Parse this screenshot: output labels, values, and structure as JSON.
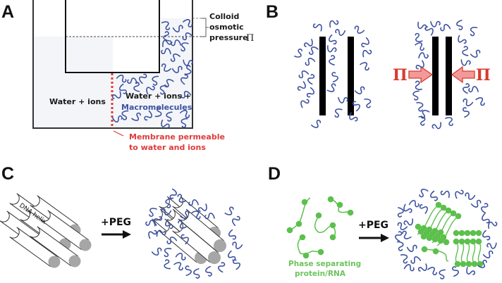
{
  "figure": {
    "panels": {
      "A": {
        "label": "A",
        "left_compartment": "Water + ions",
        "right_compartment_line1": "Water + ions +",
        "right_compartment_line2": "Macromolecules",
        "pressure_label_line1": "Colloid",
        "pressure_label_line2": "osmotic",
        "pressure_label_line3": "pressure",
        "pressure_symbol": "Π",
        "membrane_label_line1": "Membrane permeable",
        "membrane_label_line2": "to water and ions"
      },
      "B": {
        "label": "B",
        "pressure_symbol_left": "Π",
        "pressure_symbol_right": "Π"
      },
      "C": {
        "label": "C",
        "dna_label": "DNA helix",
        "arrow_label": "+PEG"
      },
      "D": {
        "label": "D",
        "arrow_label": "+PEG",
        "species_label_line1": "Phase separating",
        "species_label_line2": "protein/RNA"
      }
    },
    "colors": {
      "macromolecule": "#3d52a0",
      "membrane": "#e03a3a",
      "pressure_arrow_fill": "#f29a9a",
      "pressure_arrow_stroke": "#d83a2e",
      "phase_protein": "#5cc04c",
      "dna_end": "#a6a6a6",
      "solution_fill": "#f3f5f8"
    }
  }
}
